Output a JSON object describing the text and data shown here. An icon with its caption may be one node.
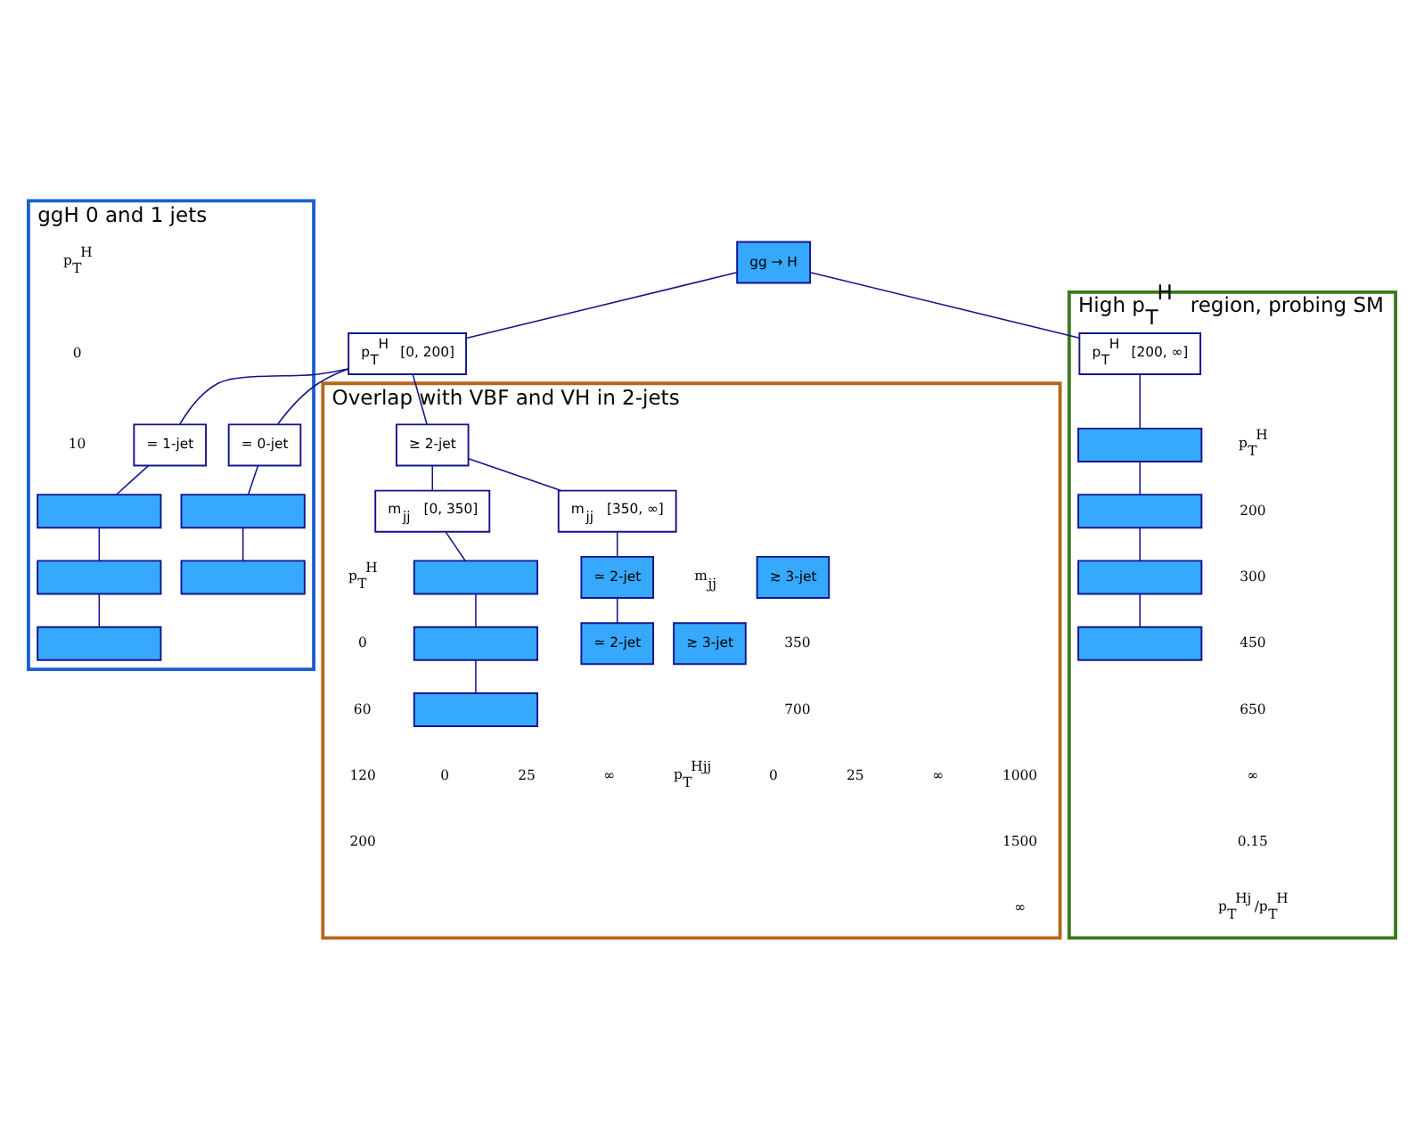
{
  "diagram": {
    "nodes": [
      {
        "text": [
          "ggH 0 and 1 jets"
        ]
      },
      {
        "text": [
          "gg → H"
        ]
      },
      {
        "text": [
          "High p$_{T}$$^{H}$ region, probing SM"
        ]
      },
      {
        "text": [
          "p$_{T}$$^{H}$ [0, 200]"
        ]
      },
      {
        "text": [
          "p$_{T}$$^{H}$ [200, ∞]"
        ],
        "in": 2
      },
      {
        "text": [
          "= 0-jet"
        ],
        "in": 0
      },
      {
        "text": [
          "= 1-jet"
        ],
        "in": 0
      },
      {
        "text": [
          "Overlap with VBF and VH in 2-jets"
        ]
      },
      {
        "text": [
          "≥ 2-jet"
        ],
        "in": 7
      },
      {
        "text": [
          "m$_{jj}$ [0, 350]"
        ],
        "in": 7
      },
      {
        "text": [
          "m$_{jj}$ [350, ∞]"
        ],
        "in": 7
      },
      {
        "text": [],
        "shape": "box",
        "in": 0
      },
      {
        "text": [],
        "shape": "box",
        "in": 0
      },
      {
        "text": [],
        "shape": "box",
        "in": 0
      },
      {
        "text": [],
        "shape": "box",
        "in": 0
      },
      {
        "text": [],
        "shape": "box",
        "in": 0
      },
      {
        "text": [],
        "shape": "box",
        "in": 7
      },
      {
        "text": [],
        "shape": "box",
        "in": 7
      },
      {
        "text": [],
        "shape": "box",
        "in": 7
      },
      {
        "text": [
          "≃ 2-jet"
        ],
        "in": 7
      },
      {
        "text": [
          "≳ 3-jet"
        ],
        "in": 7
      },
      {
        "text": [
          "≃ 2-jet"
        ],
        "in": 7
      },
      {
        "text": [
          "≳ 3-jet"
        ],
        "in": 7
      },
      {
        "text": [],
        "shape": "box",
        "in": 2
      },
      {
        "text": [],
        "shape": "box",
        "in": 2
      },
      {
        "text": [],
        "shape": "box",
        "in": 2
      },
      {
        "text": [],
        "shape": "box",
        "in": 2
      }
    ],
    "edges": [
      {
        "from": 1,
        "to": 3,
        "arrow": "none"
      },
      {
        "from": 1,
        "to": 4,
        "arrow": "none"
      },
      {
        "from": 3,
        "to": 5,
        "arrow": "none"
      },
      {
        "from": 3,
        "to": 6,
        "arrow": "none"
      },
      {
        "from": 3,
        "to": 8,
        "arrow": "none"
      },
      {
        "from": 8,
        "to": 9,
        "arrow": "none"
      },
      {
        "from": 8,
        "to": 10,
        "arrow": "none"
      },
      {
        "from": 5,
        "to": 11,
        "arrow": "none"
      },
      {
        "from": 11,
        "to": 12,
        "arrow": "none"
      },
      {
        "from": 6,
        "to": 13,
        "arrow": "none"
      },
      {
        "from": 13,
        "to": 14,
        "arrow": "none"
      },
      {
        "from": 14,
        "to": 15,
        "arrow": "none"
      },
      {
        "from": 9,
        "to": 16,
        "arrow": "none"
      },
      {
        "from": 16,
        "to": 17,
        "arrow": "none"
      },
      {
        "from": 17,
        "to": 18,
        "arrow": "none"
      },
      {
        "from": 10,
        "to": 19,
        "arrow": "none"
      },
      {
        "from": 19,
        "to": 21,
        "arrow": "none"
      },
      {
        "from": 4,
        "to": 23,
        "arrow": "none"
      },
      {
        "from": 23,
        "to": 24,
        "arrow": "none"
      },
      {
        "from": 24,
        "to": 25,
        "arrow": "none"
      },
      {
        "from": 25,
        "to": 26,
        "arrow": "none"
      }
    ],
    "labels": [
      "p$_{T}$$^{H}$",
      "0",
      "10",
      "p$_{T}$$^{H}$",
      "0",
      "60",
      "120",
      "200",
      "0",
      "25",
      "∞",
      "p$_{T}$$^{Hjj}$",
      "0",
      "25",
      "∞",
      "m$_{jj}$",
      "350",
      "700",
      "1000",
      "1500",
      "∞",
      "p$_{T}$$^{H}$",
      "200",
      "300",
      "450",
      "650",
      "∞",
      "0.15",
      "p$_{T}$$^{Hj}$/p$_{T}$$^{H}$"
    ]
  }
}
